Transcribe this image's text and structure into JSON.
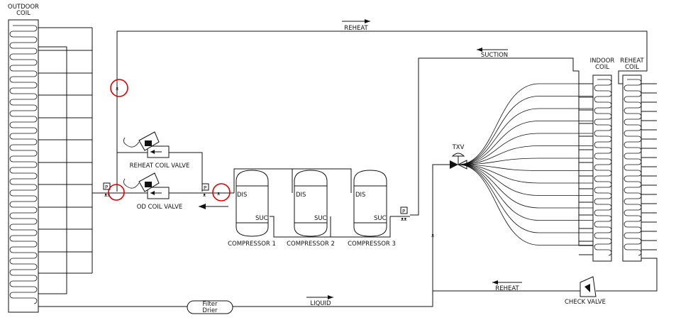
{
  "labels": {
    "outdoor_coil_1": "OUTDOOR",
    "outdoor_coil_2": "COIL",
    "indoor_coil_1": "INDOOR",
    "indoor_coil_2": "COIL",
    "reheat_coil_1": "REHEAT",
    "reheat_coil_2": "COIL",
    "reheat_top": "REHEAT",
    "suction": "SUCTION",
    "reheat_bottom": "REHEAT",
    "liquid": "LIQUID",
    "txv": "TXV",
    "filter_drier_1": "Filter",
    "filter_drier_2": "Drier",
    "check_valve": "CHECK VALVE",
    "reheat_coil_valve": "REHEAT COIL VALVE",
    "od_coil_valve": "OD COIL VALVE",
    "compressor_1": "COMPRESSOR 1",
    "compressor_2": "COMPRESSOR 2",
    "compressor_3": "COMPRESSOR 3",
    "dis": "DIS",
    "suc": "SUC",
    "p": "P"
  },
  "colors": {
    "line": "#111111",
    "highlight": "#e00000",
    "background": "#ffffff"
  }
}
